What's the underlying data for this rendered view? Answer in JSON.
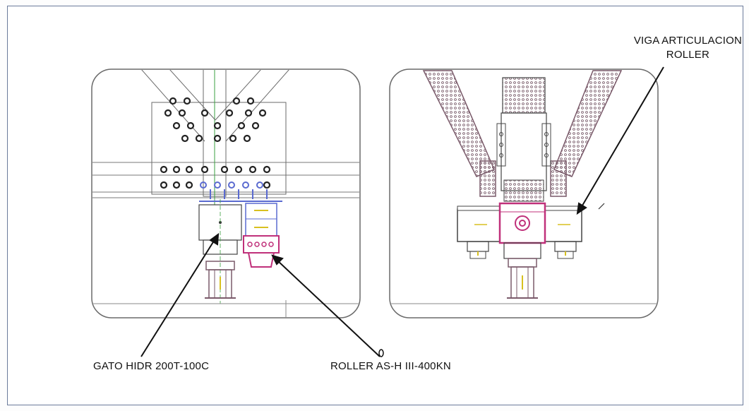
{
  "labels": {
    "viga_line1": "VIGA ARTICULACION",
    "viga_line2": "ROLLER",
    "gato": "GATO HIDR 200T-100C",
    "roller": "ROLLER AS-H III-400KN"
  },
  "colors": {
    "frame": "#6b7a9a",
    "steel": "#7a5a6a",
    "magenta": "#c0307a",
    "blue": "#5a6ad0",
    "yellow": "#d8c020",
    "line": "#111111"
  }
}
